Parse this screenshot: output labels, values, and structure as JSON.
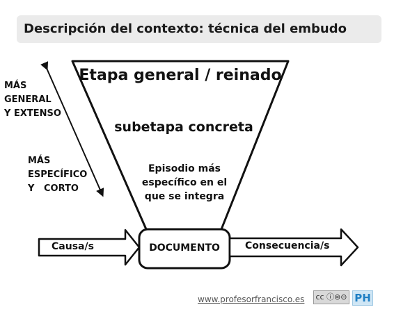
{
  "title": "Descripción del contexto: técnica del embudo",
  "funnel": {
    "top_stage": "Etapa general / reinado",
    "mid_stage": "subetapa concreta",
    "bottom_stage_lines": [
      "Episodio  más",
      "específico en el",
      "que se integra"
    ]
  },
  "side_labels": {
    "general_lines": [
      "MÁS",
      "GENERAL",
      "Y EXTENSO"
    ],
    "specific_lines": [
      "MÁS",
      "ESPECÍFICO",
      "Y   CORTO"
    ]
  },
  "flow": {
    "cause": "Causa/s",
    "document": "DOCUMENTO",
    "consequence": "Consecuencia/s"
  },
  "footer": {
    "link_text": "www.profesorfrancisco.es",
    "license_badge": "cc ⓘ⊜⊝",
    "logo_text": "PH"
  }
}
